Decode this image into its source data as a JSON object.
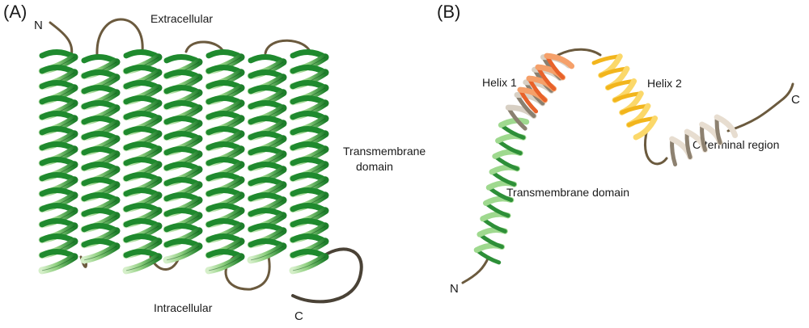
{
  "panels": [
    {
      "id": "A",
      "label": "(A)",
      "terminal_n": "N",
      "terminal_c": "C",
      "annotations": {
        "extracellular": "Extracellular",
        "intracellular": "Intracellular",
        "transmembrane_line1": "Transmembrane",
        "transmembrane_line2": "domain"
      },
      "helix_count": 7,
      "colors": {
        "helix_dark": "#1f8a2e",
        "helix_light": "#a8d99a",
        "loop": "#6b5a3e"
      }
    },
    {
      "id": "B",
      "label": "(B)",
      "terminal_n": "N",
      "terminal_c": "C",
      "annotations": {
        "helix1": "Helix 1",
        "helix2": "Helix 2",
        "c_terminal": "C-terminal region",
        "transmembrane": "Transmembrane domain"
      },
      "colors": {
        "transmembrane": "#3da64a",
        "helix1": "#e8622a",
        "helix2": "#f2b51c",
        "c_terminal": "#c9b8a0",
        "loop": "#6b5a3e"
      }
    }
  ]
}
